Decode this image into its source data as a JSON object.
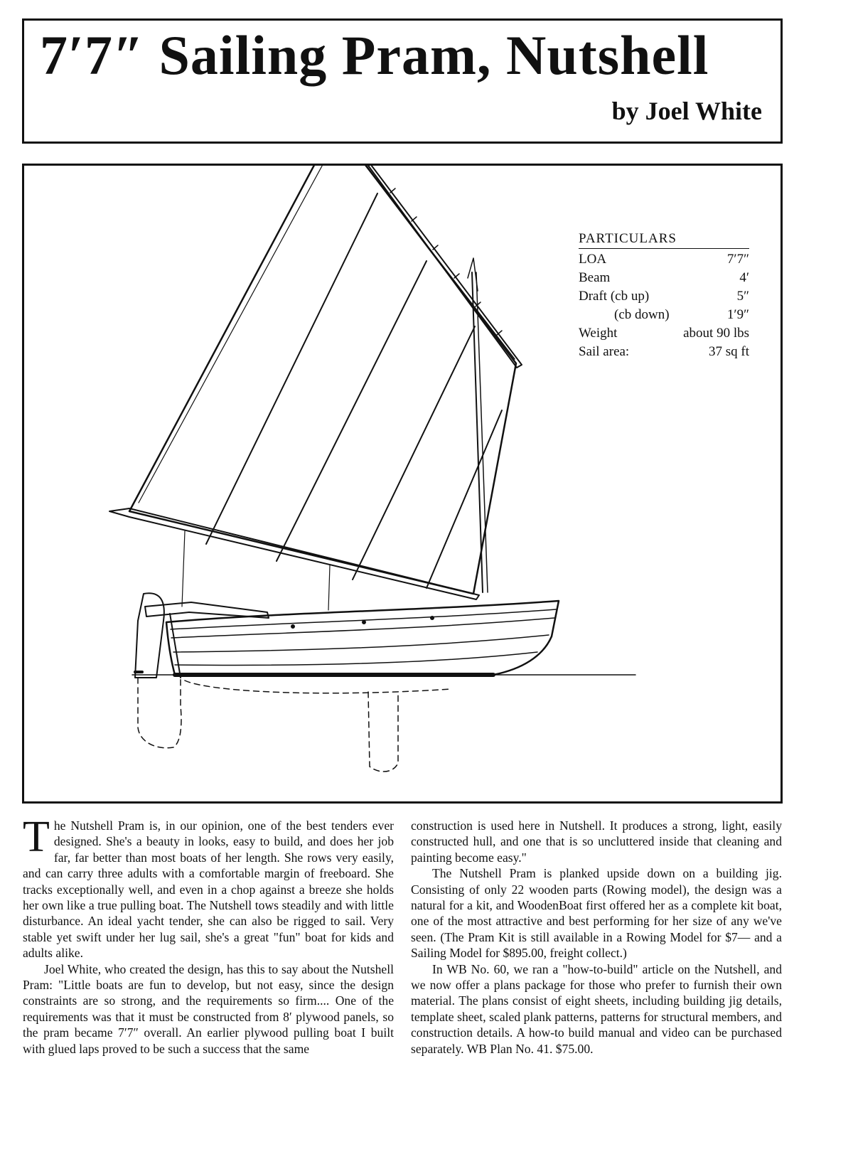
{
  "header": {
    "title": "7′7″ Sailing Pram, Nutshell",
    "byline": "by Joel White"
  },
  "particulars": {
    "heading": "PARTICULARS",
    "rows": [
      {
        "label": "LOA",
        "value": "7′7″"
      },
      {
        "label": "Beam",
        "value": "4′"
      },
      {
        "label": "Draft (cb up)",
        "value": "5″"
      },
      {
        "label": "(cb down)",
        "value": "1′9″"
      },
      {
        "label": "Weight",
        "value": "about 90 lbs"
      },
      {
        "label": "Sail area:",
        "value": "37 sq ft"
      }
    ]
  },
  "article": {
    "dropcap": "T",
    "p1": "he Nutshell Pram is, in our opinion, one of the best tenders ever designed. She's a beauty in looks, easy to build, and does her job far, far better than most boats of her length. She rows very easily, and can carry three adults with a comfortable margin of freeboard. She tracks exceptionally well, and even in a chop against a breeze she holds her own like a true pulling boat. The Nutshell tows steadily and with little disturbance. An ideal yacht tender, she can also be rigged to sail. Very stable yet swift under her lug sail, she's a great \"fun\" boat for kids and adults alike.",
    "p2": "Joel White, who created the design, has this to say about the Nutshell Pram: \"Little boats are fun to develop, but not easy, since the design constraints are so strong, and the requirements so firm.... One of the requirements was that it must be constructed from 8′ plywood panels, so the pram became 7′7″ overall. An earlier plywood pulling boat I built with glued laps proved to be such a success that the same",
    "p3": "construction is used here in Nutshell. It produces a strong, light, easily constructed hull, and one that is so uncluttered inside that cleaning and painting become easy.\"",
    "p4": "The Nutshell Pram is planked upside down on a building jig. Consisting of only 22 wooden parts (Rowing model), the design was a natural for a kit, and WoodenBoat first offered her as a complete kit boat, one of the most attractive and best performing for her size of any we've seen. (The Pram Kit is still available in a Rowing Model for $7— and a Sailing Model for $895.00, freight collect.)",
    "p5": "In WB No. 60, we ran a \"how-to-build\" article on the Nutshell, and we now offer a plans package for those who prefer to furnish their own material. The plans consist of eight sheets, including building jig details, template sheet, scaled plank patterns, patterns for structural members, and construction details. A how-to build manual and video can be purchased separately. WB Plan No. 41. $75.00."
  }
}
